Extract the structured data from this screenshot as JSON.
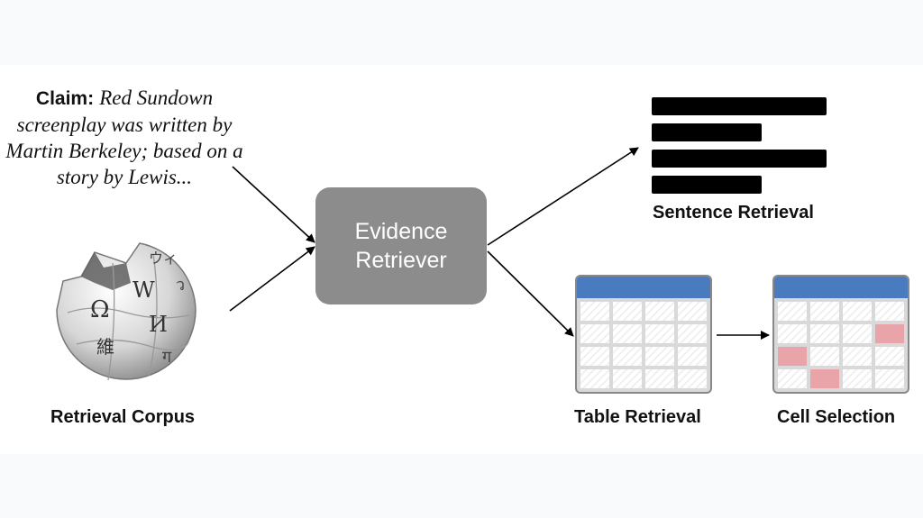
{
  "claim": {
    "label": "Claim:",
    "text": "Red Sundown screenplay was written by Martin Berkeley; based on a story by Lewis..."
  },
  "corpus": {
    "caption": "Retrieval Corpus"
  },
  "retriever": {
    "line1": "Evidence",
    "line2": "Retriever"
  },
  "sentence_retrieval": {
    "caption": "Sentence Retrieval"
  },
  "table_retrieval": {
    "caption": "Table Retrieval"
  },
  "cell_selection": {
    "caption": "Cell Selection"
  },
  "globe_glyphs": {
    "omega": "Ω",
    "w": "W",
    "i": "И",
    "kanji": "維",
    "wi": "ウィ",
    "j": "ว",
    "tha": "ग"
  },
  "colors": {
    "retriever": "#8c8c8c",
    "table_header": "#4a7bbf",
    "highlight": "#e8a4a8"
  }
}
